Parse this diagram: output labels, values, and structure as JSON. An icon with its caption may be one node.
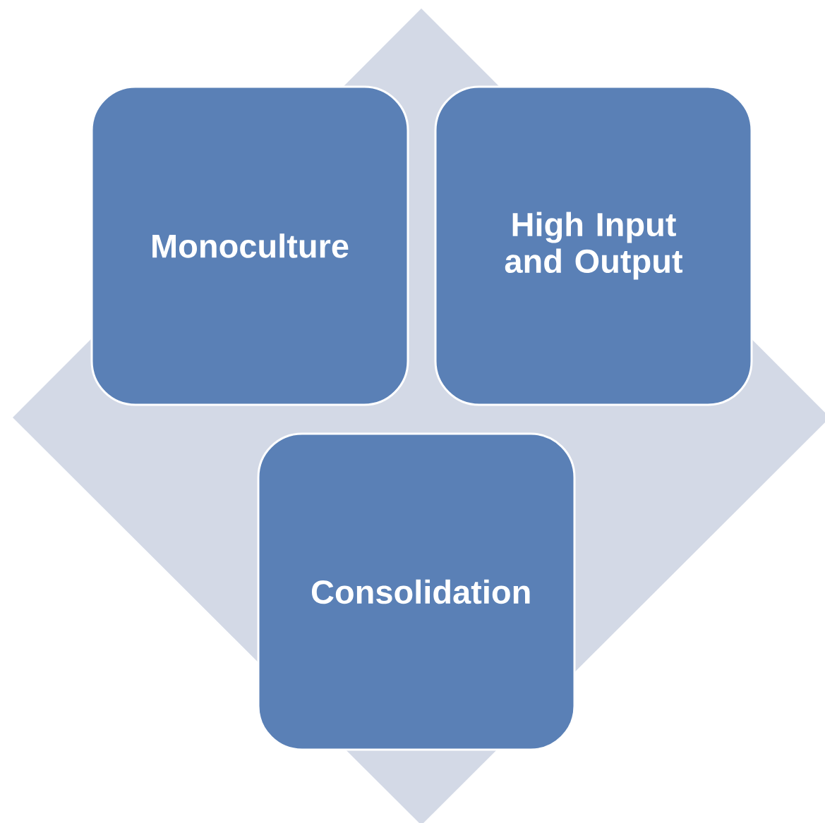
{
  "diagram": {
    "nodes": [
      {
        "text": [
          "Monoculture"
        ]
      },
      {
        "text": [
          "High Input and Output"
        ]
      },
      {
        "text": [
          "Consolidation"
        ]
      }
    ]
  }
}
